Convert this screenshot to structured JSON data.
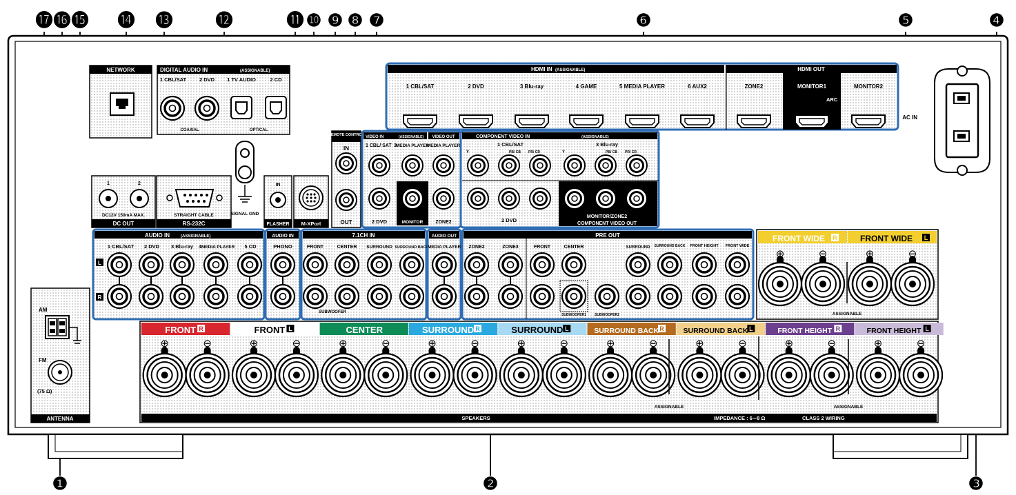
{
  "callouts": {
    "c1": "❶",
    "c2": "❷",
    "c3": "❸",
    "c4": "❹",
    "c5": "❺",
    "c6": "❻",
    "c7": "❼",
    "c8": "❽",
    "c9": "❾",
    "c10": "❿",
    "c11": "⓫",
    "c12": "⓬",
    "c13": "⓭",
    "c14": "⓮",
    "c15": "⓯",
    "c16": "⓰",
    "c17": "⓱"
  },
  "network": {
    "title": "NETWORK"
  },
  "digital_audio": {
    "title": "DIGITAL AUDIO IN",
    "assign": "(ASSIGNABLE)",
    "ports": [
      "1 CBL/SAT",
      "2 DVD",
      "1 TV AUDIO",
      "2 CD"
    ],
    "coaxial": "COAXIAL",
    "optical": "OPTICAL"
  },
  "remote": {
    "title": "REMOTE CONTROL",
    "in": "IN",
    "out": "OUT"
  },
  "video_in": {
    "title": "VIDEO IN",
    "assign": "(ASSIGNABLE)",
    "p1": "1  CBL/ SAT",
    "p3": "3",
    "mp": "MEDIA PLAYER",
    "dvd": "2 DVD",
    "monitor": "MONITOR"
  },
  "video_out": {
    "title": "VIDEO OUT",
    "mp": "MEDIA PLAYER",
    "zone2": "ZONE2"
  },
  "hdmi_in": {
    "title": "HDMI IN",
    "assign": "(ASSIGNABLE)",
    "ports": [
      "1 CBL/SAT",
      "2 DVD",
      "3 Blu-ray",
      "4 GAME",
      "5 MEDIA PLAYER",
      "6 AUX2"
    ]
  },
  "hdmi_out": {
    "title": "HDMI OUT",
    "ports": [
      "ZONE2",
      "MONITOR1",
      "MONITOR2"
    ],
    "arc": "ARC"
  },
  "ac_in": "AC IN",
  "component": {
    "title": "COMPONENT VIDEO IN",
    "assign": "(ASSIGNABLE)",
    "g1": "1 CBL/SAT",
    "g3": "3 Blu-ray",
    "y": "Y",
    "pb": "PB/ CB",
    "pr": "PR/ CR",
    "dvd": "2 DVD",
    "mon": "MONITOR/ZONE2",
    "out": "COMPONENT VIDEO OUT"
  },
  "dc_out": {
    "title": "DC OUT",
    "spec": "DC12V 150mA MAX.",
    "p1": "1",
    "p2": "2"
  },
  "rs232c": {
    "title": "RS-232C",
    "cable": "STRAIGHT CABLE"
  },
  "signal_gnd": "SIGNAL GND",
  "flasher": {
    "title": "FLASHER",
    "in": "IN"
  },
  "mxport": "M-XPort",
  "audio_in": {
    "title": "AUDIO IN",
    "assign": "(ASSIGNABLE)",
    "ports": [
      "1 CBL/SAT",
      "2 DVD",
      "3 Blu-ray",
      "4",
      "MEDIA PLAYER",
      "5 CD"
    ],
    "l": "L",
    "r": "R"
  },
  "phono": {
    "title": "AUDIO IN",
    "label": "PHONO"
  },
  "ch71": {
    "title": "7.1CH IN",
    "ports": [
      "FRONT",
      "CENTER",
      "SURROUND",
      "SURROUND BACK"
    ],
    "sub": "SUBWOOFER"
  },
  "audio_out": {
    "title": "AUDIO OUT",
    "mp": "MEDIA PLAYER"
  },
  "pre_out": {
    "title": "PRE OUT",
    "ports": [
      "ZONE2",
      "ZONE3",
      "FRONT",
      "CENTER",
      "SURROUND",
      "SURROUND BACK",
      "FRONT HEIGHT",
      "FRONT WIDE"
    ],
    "sub1": "SUBWOOFER1",
    "sub2": "SUBWOOFER2"
  },
  "front_wide": {
    "r": "FRONT WIDE",
    "l": "FRONT WIDE",
    "assign": "ASSIGNABLE"
  },
  "antenna": {
    "title": "ANTENNA",
    "am": "AM",
    "fm": "FM",
    "ohm": "(75 Ω)"
  },
  "speakers": {
    "groups": [
      {
        "label": "FRONT",
        "side": "R",
        "color": "#d7262e"
      },
      {
        "label": "FRONT",
        "side": "L",
        "color": "#ffffff"
      },
      {
        "label": "CENTER",
        "side": "",
        "color": "#0e8c57"
      },
      {
        "label": "SURROUND",
        "side": "R",
        "color": "#29a9e0"
      },
      {
        "label": "SURROUND",
        "side": "L",
        "color": "#a7d9f2"
      },
      {
        "label": "SURROUND BACK",
        "side": "R",
        "color": "#b46a1f"
      },
      {
        "label": "SURROUND BACK",
        "side": "L",
        "color": "#f2d089"
      },
      {
        "label": "FRONT HEIGHT",
        "side": "R",
        "color": "#6d3f8f"
      },
      {
        "label": "FRONT HEIGHT",
        "side": "L",
        "color": "#c9bad9"
      }
    ],
    "assign1": "ASSIGNABLE",
    "assign2": "ASSIGNABLE",
    "title": "SPEAKERS",
    "impedance": "IMPEDANCE : 6∼8 Ω",
    "wiring": "CLASS 2 WIRING",
    "plus": "⊕",
    "minus": "⊖"
  },
  "colors": {
    "accent_blue": "#2f6db5",
    "wide_yellow": "#f2cf2e"
  }
}
